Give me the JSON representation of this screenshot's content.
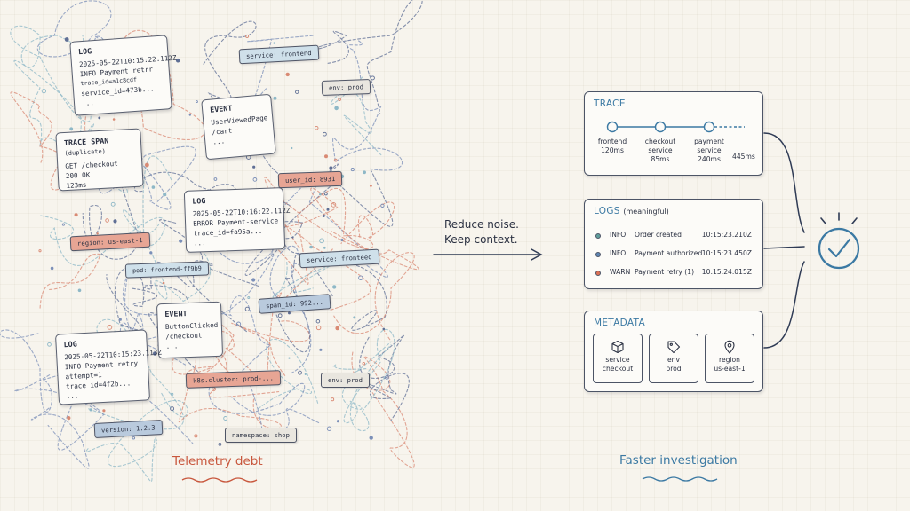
{
  "left": {
    "cards": [
      {
        "title": "LOG",
        "lines": [
          "2025-05-22T10:15:22.112Z",
          "INFO  Payment retrr",
          "trace_id=a1c8cdf",
          "service_id=473b...",
          "..."
        ]
      },
      {
        "title": "EVENT",
        "lines": [
          "UserViewedPage",
          "/cart",
          "..."
        ]
      },
      {
        "title": "TRACE SPAN",
        "subtitle": "(duplicate)",
        "lines": [
          "GET /checkout",
          "200 OK",
          "123ms"
        ]
      },
      {
        "title": "LOG",
        "lines": [
          "2025-05-22T10:16:22.112Z",
          "ERROR  Payment-service",
          "trace_id=fa95a...",
          "..."
        ]
      },
      {
        "title": "EVENT",
        "lines": [
          "ButtonClicked",
          "/checkout",
          "..."
        ]
      },
      {
        "title": "LOG",
        "lines": [
          "2025-05-22T10:15:23.113Z",
          "INFO  Payment retry",
          "attempt=1",
          "trace_id=4f2b...",
          "..."
        ]
      }
    ],
    "tags": [
      {
        "text": "service: frontend",
        "color": "blue"
      },
      {
        "text": "env: prod",
        "color": "gray"
      },
      {
        "text": "user_id: 8931",
        "color": "red"
      },
      {
        "text": "region: us-east-1",
        "color": "red"
      },
      {
        "text": "pod: frontend-ff9b9",
        "color": "blue"
      },
      {
        "text": "service: fronteed",
        "color": "blue"
      },
      {
        "text": "span_id: 992...",
        "color": "navy"
      },
      {
        "text": "k8s.cluster: prod-...",
        "color": "red"
      },
      {
        "text": "env: prod",
        "color": "gray"
      },
      {
        "text": "version: 1.2.3",
        "color": "navy"
      },
      {
        "text": "namespace: shop",
        "color": "gray"
      }
    ],
    "caption": "Telemetry debt"
  },
  "middle": {
    "line1": "Reduce noise.",
    "line2": "Keep context."
  },
  "right": {
    "trace": {
      "title": "TRACE",
      "stages": [
        {
          "name": "frontend",
          "time": "120ms"
        },
        {
          "name": "checkout service",
          "time": "85ms"
        },
        {
          "name": "payment service",
          "time": "240ms"
        }
      ],
      "total": "445ms"
    },
    "logs": {
      "title": "LOGS",
      "subtitle": "(meaningful)",
      "rows": [
        {
          "level": "INFO",
          "message": "Order created",
          "time": "10:15:23.210Z",
          "color": "#5f9e9b"
        },
        {
          "level": "INFO",
          "message": "Payment authorized",
          "time": "10:15:23.450Z",
          "color": "#5f86b3"
        },
        {
          "level": "WARN",
          "message": "Payment retry (1)",
          "time": "10:15:24.015Z",
          "color": "#dc7156"
        }
      ]
    },
    "metadata": {
      "title": "METADATA",
      "items": [
        {
          "icon": "cube-icon",
          "line1": "service",
          "line2": "checkout"
        },
        {
          "icon": "tag-icon",
          "line1": "env",
          "line2": "prod"
        },
        {
          "icon": "location-pin-icon",
          "line1": "region",
          "line2": "us-east-1"
        }
      ]
    },
    "caption": "Faster investigation"
  },
  "colors": {
    "ink": "#2b3142",
    "accent_blue": "#3b79a3",
    "accent_red": "#c8573d"
  }
}
